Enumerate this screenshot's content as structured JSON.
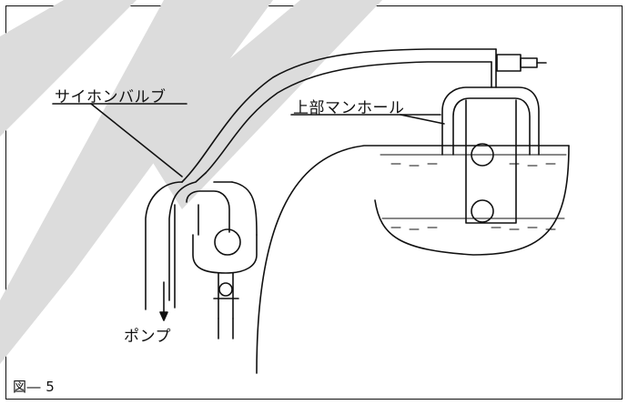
{
  "labels": {
    "siphon_valve": "サイホンバルブ",
    "upper_manhole": "上部マンホール",
    "pump": "ポンプ",
    "figure_caption": "図― 5"
  },
  "colors": {
    "line": "#111111",
    "watermark": "#dcdcdc",
    "background": "#ffffff"
  }
}
